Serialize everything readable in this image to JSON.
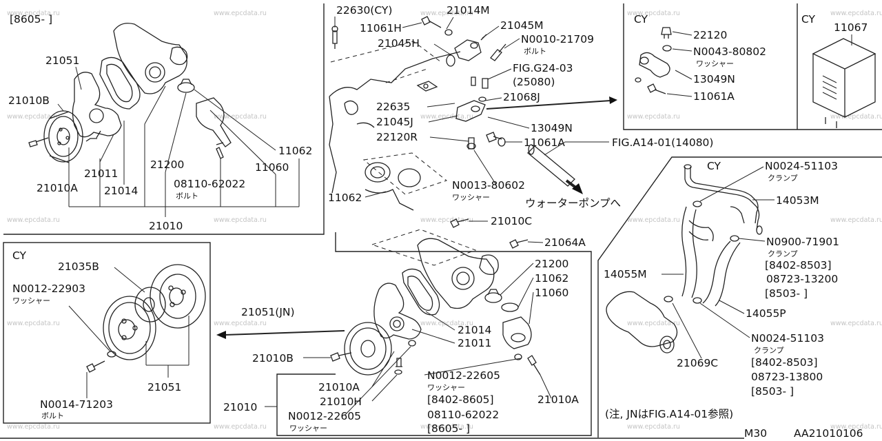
{
  "watermark": "www.epcdata.ru",
  "footer": {
    "model": "M30",
    "code": "AA21010106"
  },
  "note": "(注, JNはFIG.A14-01参照)",
  "panels": {
    "top_left": {
      "date_range": "[8605-   ]",
      "labels": [
        "21051",
        "21010B",
        "21011",
        "21010A",
        "21014",
        "21200",
        "08110-62022",
        "ボルト",
        "11060",
        "11062",
        "21010"
      ]
    },
    "top_center": {
      "labels": [
        "22630(CY)",
        "21014M",
        "11061H",
        "21045M",
        "21045H",
        "N0010-21709",
        "ボルト",
        "FIG.G24-03",
        "(25080)",
        "22635",
        "21068J",
        "21045J",
        "13049N",
        "22120R",
        "11061A",
        "FIG.A14-01(14080)",
        "11062",
        "N0013-80602",
        "ワッシャー",
        "ウォーターポンプへ"
      ]
    },
    "top_right_a": {
      "title": "CY",
      "labels": [
        "22120",
        "N0043-80802",
        "ワッシャー",
        "13049N",
        "11061A"
      ]
    },
    "top_right_b": {
      "title": "CY",
      "labels": [
        "11067"
      ]
    },
    "bottom_left": {
      "title": "CY",
      "labels": [
        "21035B",
        "N0012-22903",
        "ワッシャー",
        "21051",
        "N0014-71203",
        "ボルト"
      ]
    },
    "bottom_center": {
      "labels": [
        "21010C",
        "21064A",
        "21200",
        "11062",
        "11060",
        "21051(JN)",
        "21014",
        "21011",
        "21010B",
        "21010A",
        "21010H",
        "N0012-22605",
        "ワッシャー",
        "[8402-8605]",
        "08110-62022",
        "[8605-   ]",
        "21010A",
        "21010",
        "N0012-22605",
        "ワッシャー"
      ]
    },
    "bottom_right": {
      "title": "CY",
      "labels": [
        "N0024-51103",
        "クランプ",
        "14053M",
        "N0900-71901",
        "クランプ",
        "[8402-8503]",
        "08723-13200",
        "[8503-   ]",
        "14055M",
        "14055P",
        "21069C",
        "N0024-51103",
        "クランプ",
        "[8402-8503]",
        "08723-13800",
        "[8503-   ]"
      ]
    }
  }
}
